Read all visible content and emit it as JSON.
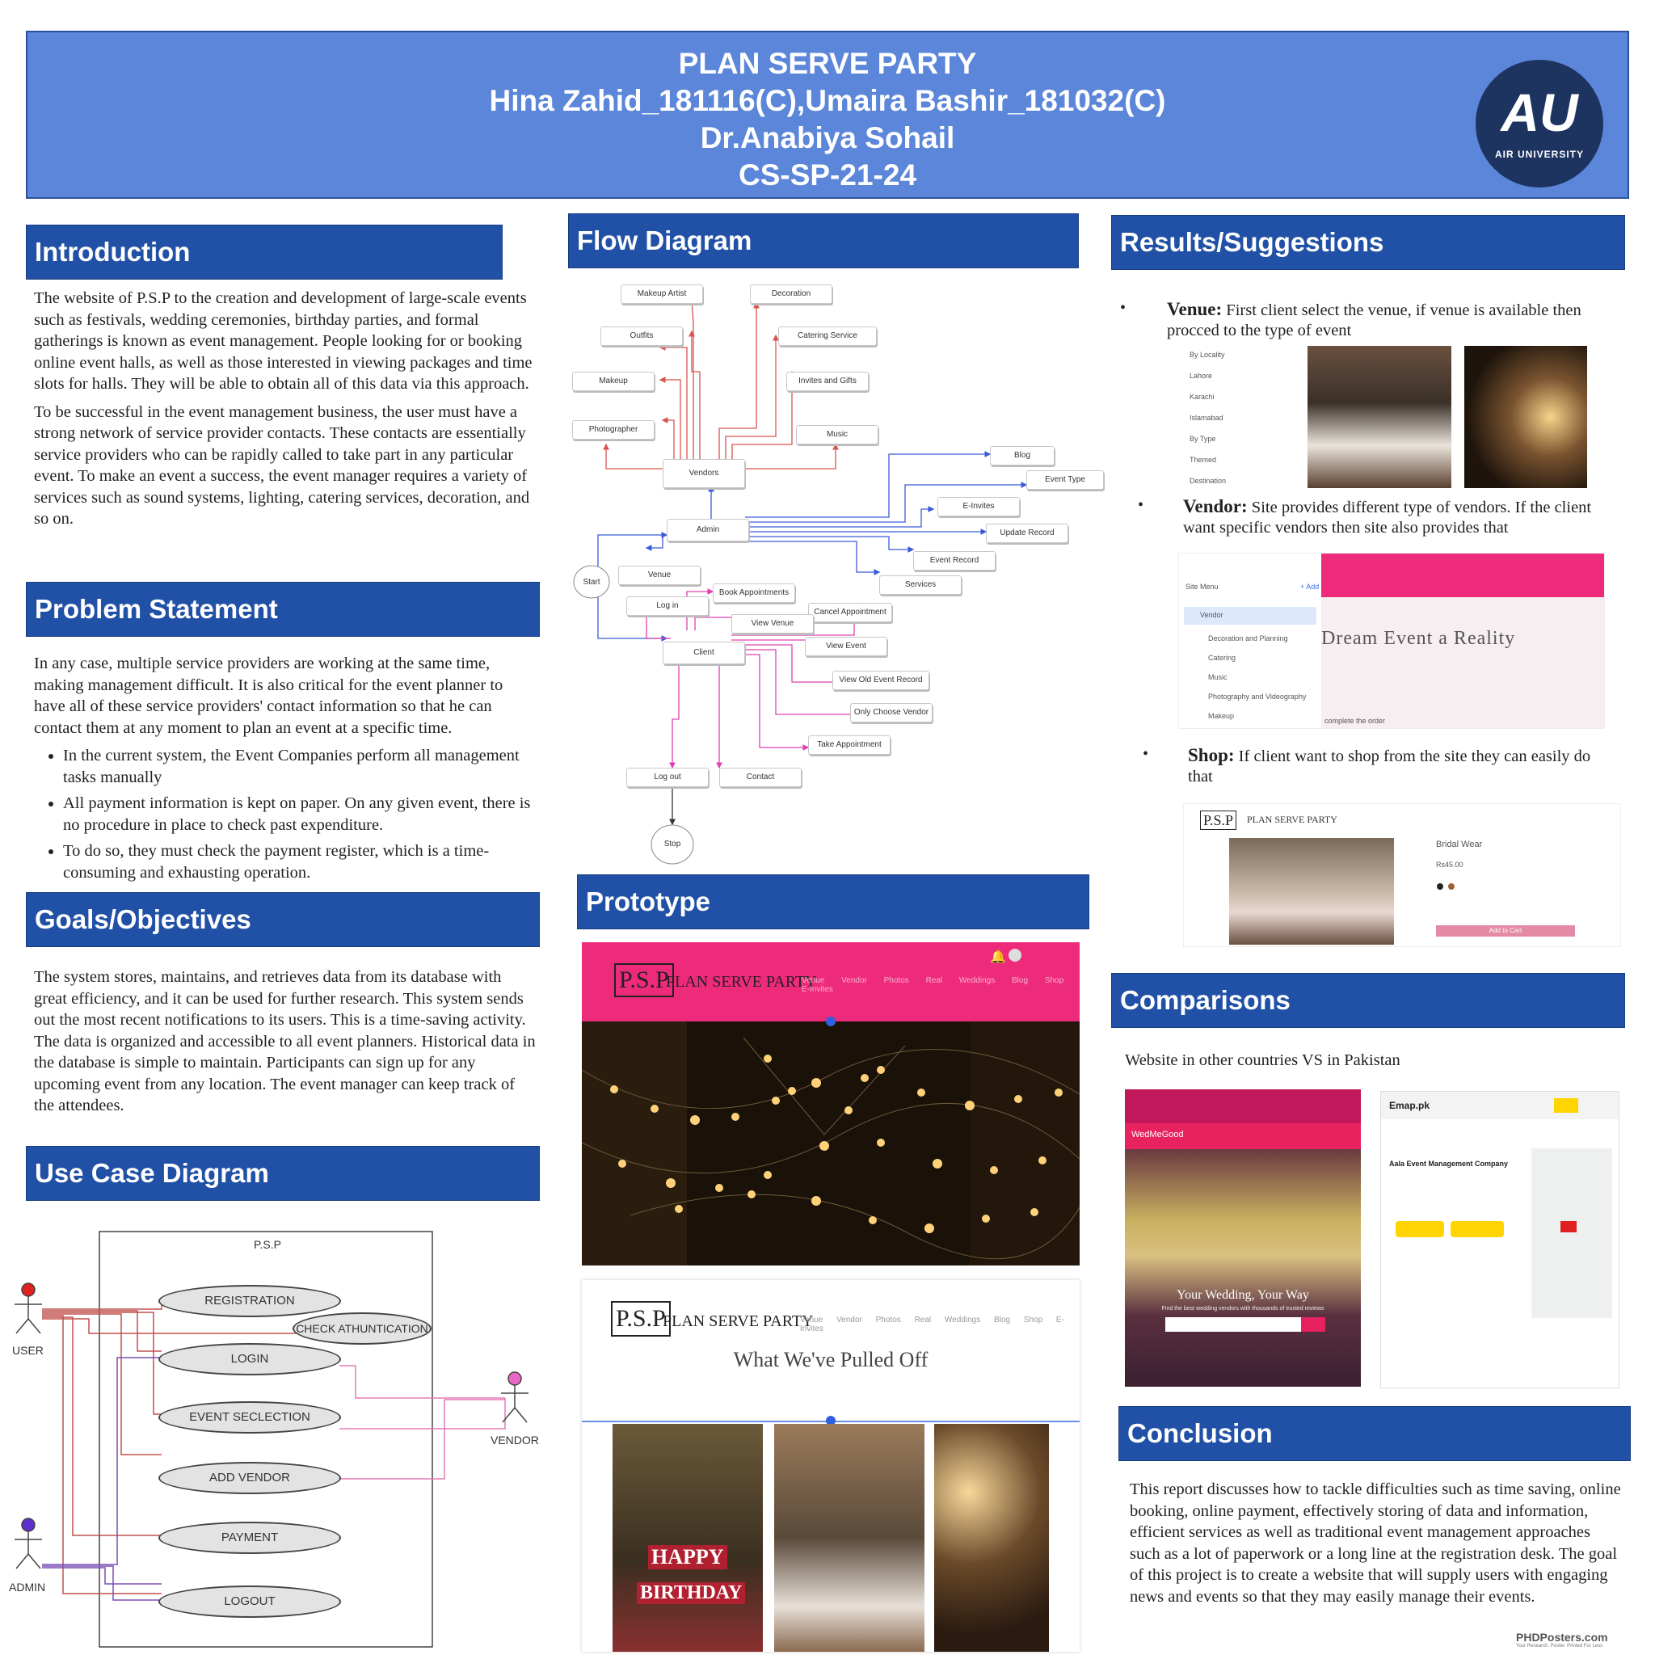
{
  "header": {
    "title": "PLAN SERVE PARTY",
    "authors": "Hina Zahid_181116(C),Umaira Bashir_181032(C)",
    "supervisor": "Dr.Anabiya Sohail",
    "code": "CS-SP-21-24",
    "logo_text": "AIR UNIVERSITY"
  },
  "introduction": {
    "heading": "Introduction",
    "p1": "The website of P.S.P to the creation and development of large-scale events such as festivals, wedding ceremonies, birthday parties, and formal gatherings is known as event management. People looking for or booking online event halls, as well as those interested in viewing packages and time slots for halls. They will be able to obtain all of this data via this approach.",
    "p2": "To be successful in the event management business, the user must have a strong network of service provider contacts. These contacts are essentially service providers who can be rapidly called to take part in any particular event. To make an event a success, the event manager requires a variety of services such as sound systems, lighting, catering services, decoration, and so on."
  },
  "problem": {
    "heading": "Problem Statement",
    "p1": "In any case, multiple service providers are working at the same time, making management difficult. It is also critical for the event planner to have all of these service providers' contact information so that he can contact them at any moment to plan an event at a specific time.",
    "bullets": [
      "In the current system, the Event Companies perform all management tasks manually",
      "All payment information is kept on paper. On any given event, there is no procedure in place to check past expenditure.",
      "To do so, they must check the payment register, which is a time-consuming and exhausting operation."
    ]
  },
  "goals": {
    "heading": "Goals/Objectives",
    "p1": "The system stores, maintains, and retrieves data from its database with great efficiency, and it can be used for further research. This system sends out the most recent notifications to its users. This is a time-saving activity. The data is organized and accessible to all event planners. Historical data in the database is simple to maintain. Participants can sign up for any upcoming event from any location. The event manager can keep track of the attendees."
  },
  "usecase": {
    "heading": "Use Case Diagram",
    "system": "P.S.P",
    "cases": [
      "REGISTRATION",
      "CHECK ATHUNTICATION",
      "LOGIN",
      "EVENT SECLECTION",
      "ADD VENDOR",
      "PAYMENT",
      "LOGOUT"
    ],
    "actors": {
      "user": "USER",
      "admin": "ADMIN",
      "vendor": "VENDOR"
    }
  },
  "flow": {
    "heading": "Flow Diagram",
    "nodes": {
      "makeup_artist": "Makeup Artist",
      "decoration": "Decoration",
      "outfits": "Outfits",
      "catering": "Catering Service",
      "makeup": "Makeup",
      "invites": "Invites and Gifts",
      "photographer": "Photographer",
      "music": "Music",
      "vendors": "Vendors",
      "blog": "Blog",
      "event_type": "Event Type",
      "einvites": "E-Invites",
      "admin": "Admin",
      "update_record": "Update Record",
      "event_record": "Event Record",
      "venue": "Venue",
      "services": "Services",
      "start": "Start",
      "login": "Log in",
      "book_appointments": "Book Appointments",
      "cancel_appointment": "Cancel Appointment",
      "view_venue": "View Venue",
      "view_event": "View Event",
      "client": "Client",
      "view_old": "View Old Event Record",
      "only_vendor": "Only Choose Vendor",
      "take_appointment": "Take Appointment",
      "logout": "Log out",
      "contact": "Contact",
      "stop": "Stop"
    }
  },
  "prototype": {
    "heading": "Prototype",
    "brand_short": "P.S.P",
    "brand": "PLAN SERVE PARTY",
    "tagline": "What We've Pulled Off",
    "nav": [
      "Venue",
      "Vendor",
      "Photos",
      "Real Weddings",
      "Blog",
      "Shop",
      "E-Invites"
    ],
    "banner_text": [
      "HAPPY",
      "BIRTHDAY"
    ]
  },
  "results": {
    "heading": "Results/Suggestions",
    "items": [
      {
        "label": "Venue:",
        "text": "First client select the venue, if venue is available then procced to the type of event"
      },
      {
        "label": "Vendor:",
        "text": "Site provides different type of vendors. If the client want specific vendors then site also provides that"
      },
      {
        "label": "Shop:",
        "text": "If client want to shop from the site they can easily do that"
      }
    ],
    "venue_filters": [
      "By Locality",
      "Lahore",
      "Karachi",
      "Islamabad",
      "By Type",
      "Themed",
      "Destination"
    ],
    "vendor_menu": {
      "title": "Site Menu",
      "add": "+ Add",
      "active": "Vendor",
      "items": [
        "Decoration and Planning",
        "Catering",
        "Music",
        "Photography and Videography",
        "Makeup"
      ],
      "hero": "Dream Event a Reality",
      "footer": "complete the order"
    },
    "shop": {
      "brand_short": "P.S.P",
      "brand": "PLAN SERVE PARTY",
      "product": "Bridal Wear",
      "price": "Rs45.00",
      "cta": "Add to Cart"
    }
  },
  "comparisons": {
    "heading": "Comparisons",
    "subtitle": "Website in other countries VS in Pakistan",
    "wedmegood": {
      "brand": "WedMeGood",
      "hero": "Your Wedding, Your Way",
      "sub": "Find the best wedding vendors with thousands of trusted reviews"
    },
    "other": {
      "brand": "Emap.pk",
      "company": "Aala Event Management Company"
    }
  },
  "conclusion": {
    "heading": "Conclusion",
    "p1": "This report discusses how to tackle difficulties such as time saving, online booking, online payment, effectively storing of data and information, efficient services as well as traditional event management approaches such as a lot of paperwork or a long line at the registration desk. The goal of this project is to create a website that will supply users with engaging news and events so that they may easily manage their events."
  },
  "footer": {
    "brand": "PHDPosters.com",
    "tagline": "Your Research. Poster. Printed For Less"
  },
  "colors": {
    "header_bg": "#5b86d9",
    "section_bg": "#2151a6",
    "accent_pink": "#ee2a7b",
    "flow_red": "#d9534f",
    "flow_pink": "#e040b0",
    "flow_blue": "#3a5bd9"
  }
}
